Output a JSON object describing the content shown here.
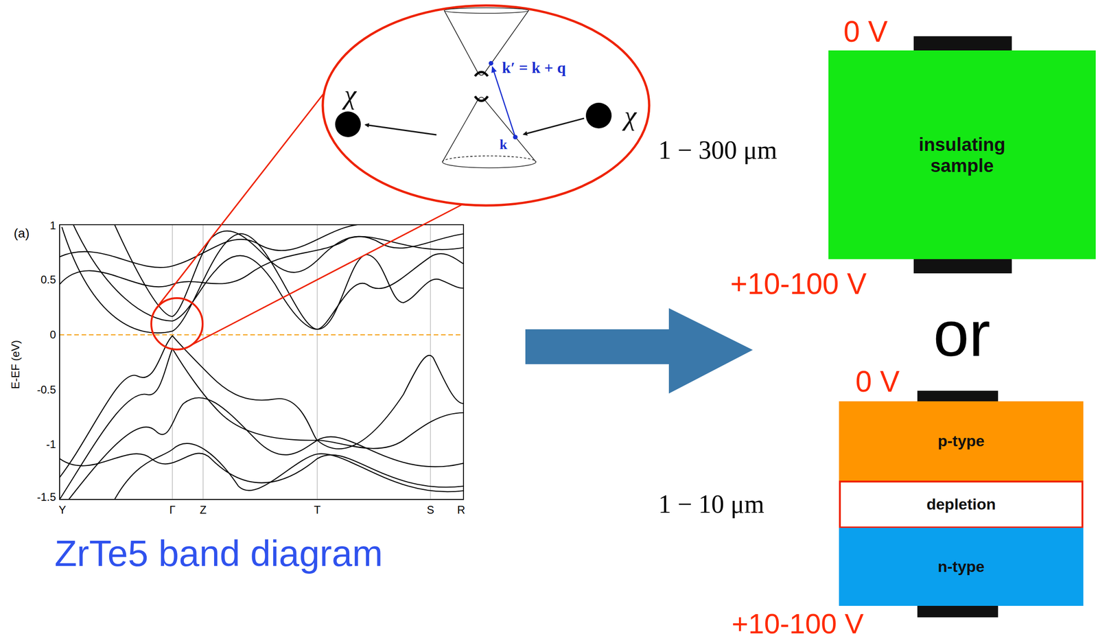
{
  "diagram": {
    "caption": "ZrTe5 band diagram",
    "nodes": [
      {
        "text": [
          "χ",
          "χ",
          "k′ = k + q",
          "k"
        ]
      },
      {
        "text": [
          "insulating sample"
        ]
      },
      {
        "text": [
          "p-type"
        ]
      },
      {
        "text": [
          "depletion"
        ]
      },
      {
        "text": [
          "n-type"
        ]
      }
    ],
    "labels": [
      "(a)",
      "1",
      "0.5",
      "0",
      "-0.5",
      "-1",
      "-1.5",
      "E-EF (eV)",
      "Y",
      "Γ",
      "Z",
      "T",
      "S",
      "R",
      "0 V",
      "+10-100 V",
      "1 − 300 μm",
      "or",
      "0 V",
      "+10-100 V",
      "1 − 10 μm"
    ]
  }
}
